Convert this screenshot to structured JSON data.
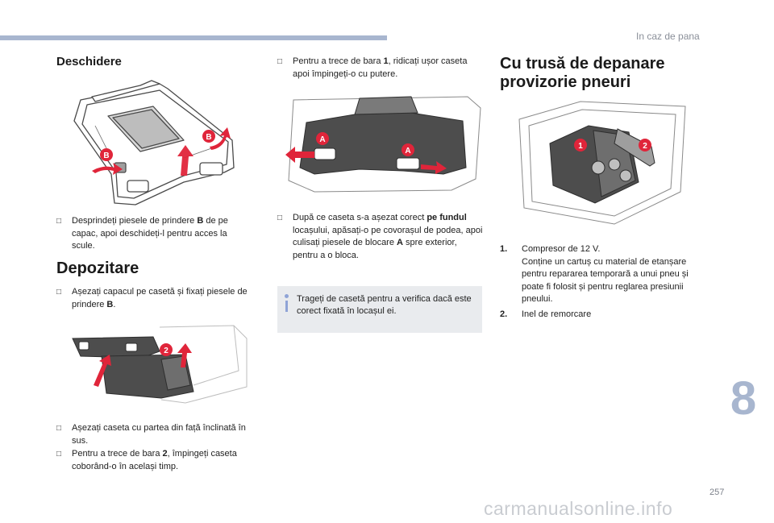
{
  "header": {
    "section_title": "In caz de pana"
  },
  "chapter": {
    "number": "8"
  },
  "page": {
    "number": "257"
  },
  "watermark": "carmanualsonline.info",
  "accent_color": "#a8b6cf",
  "marker_color": "#e0253a",
  "col1": {
    "heading_open": "Deschidere",
    "image1_labels": [
      "B",
      "B"
    ],
    "bullet_open": [
      "Desprindeți piesele de prindere ",
      "B",
      " de pe capac, apoi deschideți-l pentru acces la scule."
    ],
    "heading_store": "Depozitare",
    "bullet_store": [
      "Așezați capacul pe casetă și fixați piesele de prindere ",
      "B",
      "."
    ],
    "image2_label": "2",
    "bullet_tilt": "Așezați caseta cu partea din față înclinată în sus.",
    "bullet_bar2": [
      "Pentru a trece de bara ",
      "2",
      ", împingeți caseta coborând-o în același timp."
    ]
  },
  "col2": {
    "bullet_bar1": [
      "Pentru a trece de bara ",
      "1",
      ", ridicați ușor caseta apoi împingeți-o cu putere."
    ],
    "image3_labels": [
      "A",
      "A"
    ],
    "bullet_after": [
      "După ce caseta s-a așezat corect ",
      "pe fundul",
      " locașului, apăsați-o pe covorașul de podea, apoi culisați piesele de blocare ",
      "A",
      " spre exterior, pentru a o bloca."
    ],
    "note": "Trageți de casetă pentru a verifica dacă este corect fixată în locașul ei."
  },
  "col3": {
    "heading": "Cu trusă de depanare provizorie pneuri",
    "image4_labels": [
      "1",
      "2"
    ],
    "items": [
      {
        "n": "1.",
        "title": "Compresor de 12 V.",
        "desc": "Conține un cartuș cu material de etanșare pentru repararea temporară a unui pneu și poate fi folosit și pentru reglarea presiunii pneului."
      },
      {
        "n": "2.",
        "title": "Inel de remorcare",
        "desc": ""
      }
    ]
  },
  "icons": {
    "bullet": "checkbox-bullet-icon",
    "info": "info-icon"
  }
}
